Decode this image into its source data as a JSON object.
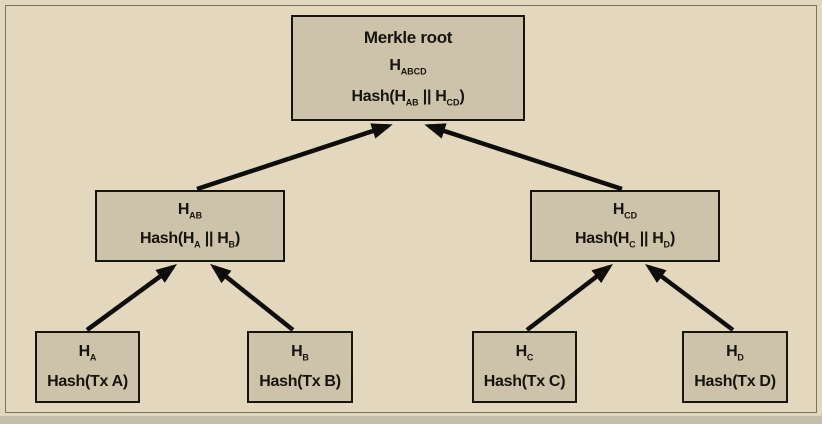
{
  "diagram": {
    "type": "merkle-tree",
    "nodes": {
      "root": {
        "title": "Merkle root",
        "label": [
          {
            "t": "H"
          },
          {
            "t": "ABCD",
            "sub": true
          }
        ],
        "formula": [
          {
            "t": "Hash(H"
          },
          {
            "t": "AB",
            "sub": true
          },
          {
            "t": " || H"
          },
          {
            "t": "CD",
            "sub": true
          },
          {
            "t": ")"
          }
        ]
      },
      "hab": {
        "label": [
          {
            "t": "H"
          },
          {
            "t": "AB",
            "sub": true
          }
        ],
        "formula": [
          {
            "t": "Hash(H"
          },
          {
            "t": "A",
            "sub": true
          },
          {
            "t": " || H"
          },
          {
            "t": "B",
            "sub": true
          },
          {
            "t": ")"
          }
        ]
      },
      "hcd": {
        "label": [
          {
            "t": "H"
          },
          {
            "t": "CD",
            "sub": true
          }
        ],
        "formula": [
          {
            "t": "Hash(H"
          },
          {
            "t": "C",
            "sub": true
          },
          {
            "t": " || H"
          },
          {
            "t": "D",
            "sub": true
          },
          {
            "t": ")"
          }
        ]
      },
      "ha": {
        "label": [
          {
            "t": "H"
          },
          {
            "t": "A",
            "sub": true
          }
        ],
        "formula": [
          {
            "t": "Hash(Tx A)"
          }
        ]
      },
      "hb": {
        "label": [
          {
            "t": "H"
          },
          {
            "t": "B",
            "sub": true
          }
        ],
        "formula": [
          {
            "t": "Hash(Tx B)"
          }
        ]
      },
      "hc": {
        "label": [
          {
            "t": "H"
          },
          {
            "t": "C",
            "sub": true
          }
        ],
        "formula": [
          {
            "t": "Hash(Tx C)"
          }
        ]
      },
      "hd": {
        "label": [
          {
            "t": "H"
          },
          {
            "t": "D",
            "sub": true
          }
        ],
        "formula": [
          {
            "t": "Hash(Tx D)"
          }
        ]
      }
    },
    "edges": [
      {
        "from": "ha",
        "to": "hab"
      },
      {
        "from": "hb",
        "to": "hab"
      },
      {
        "from": "hc",
        "to": "hcd"
      },
      {
        "from": "hd",
        "to": "hcd"
      },
      {
        "from": "hab",
        "to": "root"
      },
      {
        "from": "hcd",
        "to": "root"
      }
    ],
    "colors": {
      "background": "#e3d8be",
      "box_fill": "#cdc3aa",
      "box_border": "#17130d",
      "arrow": "#0f0d0a",
      "frame_line": "#7b7363",
      "bottom_strip": "#c7bdab"
    }
  }
}
